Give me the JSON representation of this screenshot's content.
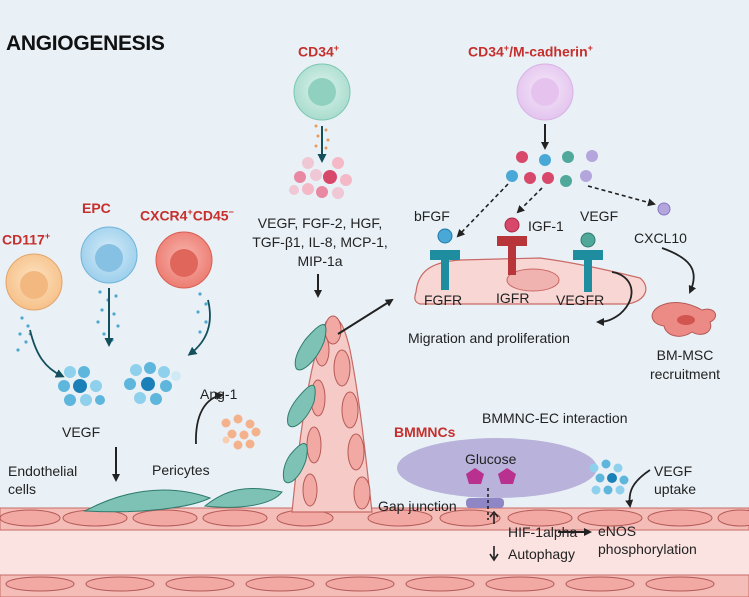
{
  "title": "ANGIOGENESIS",
  "cell_types": {
    "cd117": "CD117",
    "cd117_sup": "+",
    "epc": "EPC",
    "cxcr4_a": "CXCR4",
    "cxcr4_sup1": "+",
    "cxcr4_b": "CD45",
    "cxcr4_sup2": "−",
    "cd34": "CD34",
    "cd34_sup": "+",
    "cd34m_a": "CD34",
    "cd34m_sup1": "+",
    "cd34m_b": "/M-cadherin",
    "cd34m_sup2": "+",
    "bmmncs": "BMMNCs"
  },
  "factors": {
    "cd34_line1": "VEGF, FGF-2, HGF,",
    "cd34_line2": "TGF-β1, IL-8, MCP-1,",
    "cd34_line3": "MIP-1a",
    "vegf_left": "VEGF",
    "ang1": "Ang-1",
    "bfgf": "bFGF",
    "igf1": "IGF-1",
    "vegf_right": "VEGF",
    "cxcl10": "CXCL10",
    "vegf_uptake_line1": "VEGF",
    "vegf_uptake_line2": "uptake",
    "glucose": "Glucose"
  },
  "receptors": {
    "fgfr": "FGFR",
    "igfr": "IGFR",
    "vegfr": "VEGFR"
  },
  "processes": {
    "migration": "Migration and proliferation",
    "bmmsc_line1": "BM-MSC",
    "bmmsc_line2": "recruitment",
    "interaction": "BMMNC-EC interaction",
    "gap_junction": "Gap junction",
    "hif": "HIF-1alpha",
    "enos_line1": "eNOS",
    "enos_line2": "phosphorylation",
    "autophagy": "Autophagy"
  },
  "tissue": {
    "endothelial_line1": "Endothelial",
    "endothelial_line2": "cells",
    "pericytes": "Pericytes"
  },
  "colors": {
    "label_red": "#c62f2b",
    "background": "#e9f1f7",
    "vessel_pink": "#f6d3d0",
    "endothelial_green": "#7dc2b4",
    "vegf_blue": "#5fb6dc",
    "receptor_teal": "#1f8da0",
    "receptor_red": "#b8353a",
    "bmmnc_lavender": "#b9b2db"
  }
}
